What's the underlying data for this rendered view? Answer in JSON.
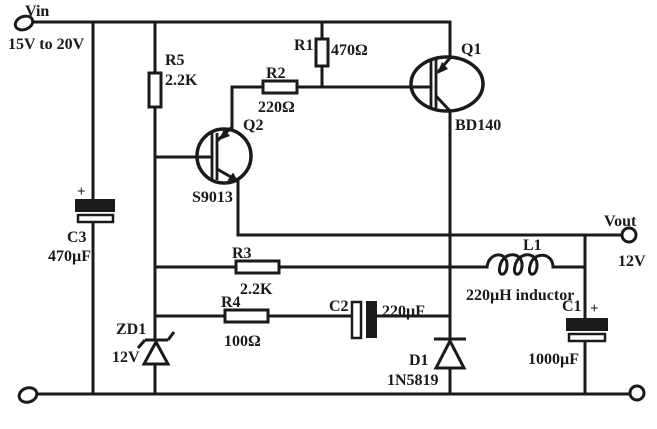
{
  "colors": {
    "ink": "#1a1a1a",
    "background": "#ffffff"
  },
  "source": {
    "label": "Vin",
    "range": "15V to 20V"
  },
  "output": {
    "label": "Vout",
    "voltage": "12V"
  },
  "components": {
    "r1": {
      "ref": "R1",
      "value": "470Ω"
    },
    "r2": {
      "ref": "R2",
      "value": "220Ω"
    },
    "r3": {
      "ref": "R3",
      "value": "2.2K"
    },
    "r4": {
      "ref": "R4",
      "value": "100Ω"
    },
    "r5": {
      "ref": "R5",
      "value": "2.2K"
    },
    "q1": {
      "ref": "Q1",
      "part": "BD140"
    },
    "q2": {
      "ref": "Q2",
      "part": "S9013"
    },
    "c1": {
      "ref": "C1",
      "value": "1000µF",
      "polarity": "+"
    },
    "c2": {
      "ref": "C2",
      "value": "220µF"
    },
    "c3": {
      "ref": "C3",
      "value": "470µF",
      "polarity": "+"
    },
    "zd1": {
      "ref": "ZD1",
      "value": "12V"
    },
    "d1": {
      "ref": "D1",
      "part": "1N5819"
    },
    "l1": {
      "ref": "L1",
      "value": "220µH inductor"
    }
  }
}
